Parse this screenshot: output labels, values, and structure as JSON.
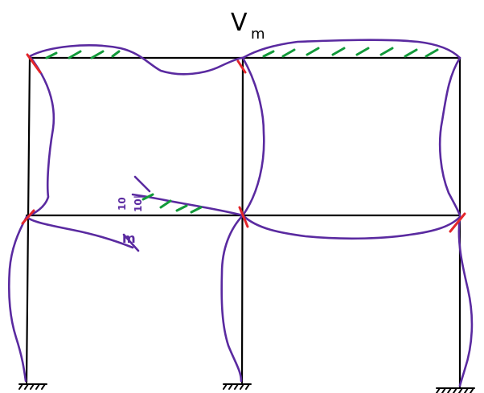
{
  "diagram": {
    "top_label_main": "V",
    "top_label_sub": "m",
    "section_label_left": "10",
    "section_label_fraction": "10|",
    "section_label_right": "m"
  },
  "colors": {
    "frame": "#000000",
    "deflected_shape": "#5a2aa0",
    "hatching": "#129a3a",
    "joint_marks": "#e3262b"
  }
}
